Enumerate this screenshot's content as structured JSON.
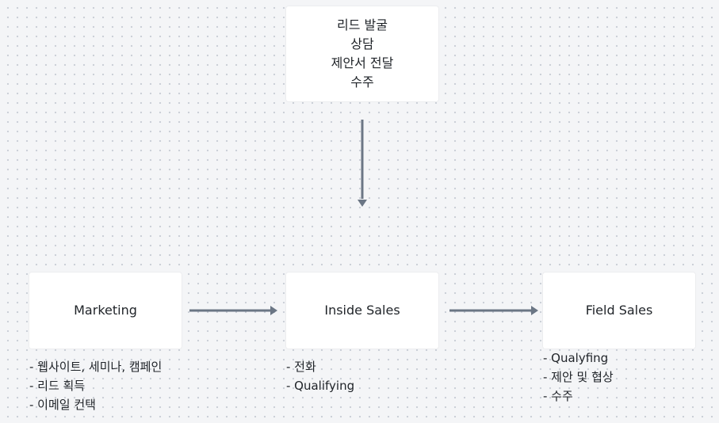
{
  "top_box": {
    "lines": [
      "리드 발굴",
      "상담",
      "제안서 전달",
      "수주"
    ]
  },
  "marketing": {
    "label": "Marketing",
    "notes": [
      "- 웹사이트, 세미나, 캠페인",
      "- 리드 획득",
      "- 이메일 컨택"
    ]
  },
  "inside_sales": {
    "label": "Inside Sales",
    "notes": [
      "- 전화",
      "- Qualifying"
    ]
  },
  "field_sales": {
    "label": "Field Sales",
    "notes": [
      "- Qualyfing",
      "- 제안 및 협상",
      "- 수주"
    ]
  },
  "colors": {
    "arrow": "#6b7685",
    "box": "#ffffff",
    "background": "#f4f5f7"
  }
}
